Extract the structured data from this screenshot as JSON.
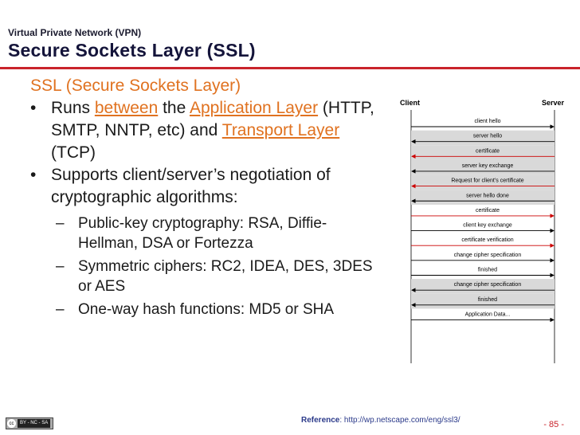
{
  "slide": {
    "kicker": "Virtual Private Network (VPN)",
    "title": "Secure Sockets Layer (SSL)",
    "heading": "SSL (Secure Sockets Layer)",
    "bullet1": {
      "p1": "Runs ",
      "between": "between",
      "p2": " the ",
      "app_layer": "Application Layer",
      "p3": " (HTTP, SMTP, NNTP, etc) and ",
      "transport": "Transport Layer",
      "p4": " (TCP)"
    },
    "bullet2": "Supports client/server’s negotiation of cryptographic algorithms:",
    "sub1": "Public-key cryptography: RSA, Diffie-Hellman, DSA or Fortezza",
    "sub2": "Symmetric ciphers: RC2, IDEA, DES, 3DES or AES",
    "sub3": "One-way hash functions: MD5 or SHA",
    "bullet_mark": "•",
    "dash_mark": "–"
  },
  "diagram": {
    "client_label": "Client",
    "server_label": "Server",
    "messages": [
      {
        "label": "client hello",
        "dir": "right",
        "shaded": false,
        "color": "#000000"
      },
      {
        "label": "server hello",
        "dir": "left",
        "shaded": true,
        "color": "#000000"
      },
      {
        "label": "certificate",
        "dir": "left",
        "shaded": true,
        "color": "#cc0000"
      },
      {
        "label": "server key exchange",
        "dir": "left",
        "shaded": true,
        "color": "#000000"
      },
      {
        "label": "Request for client’s certificate",
        "dir": "left",
        "shaded": true,
        "color": "#cc0000"
      },
      {
        "label": "server hello done",
        "dir": "left",
        "shaded": true,
        "color": "#000000"
      },
      {
        "label": "certificate",
        "dir": "right",
        "shaded": false,
        "color": "#cc0000"
      },
      {
        "label": "client key exchange",
        "dir": "right",
        "shaded": false,
        "color": "#000000"
      },
      {
        "label": "certificate verification",
        "dir": "right",
        "shaded": false,
        "color": "#cc0000"
      },
      {
        "label": "change cipher specification",
        "dir": "right",
        "shaded": false,
        "color": "#000000"
      },
      {
        "label": "finished",
        "dir": "right",
        "shaded": false,
        "color": "#000000"
      },
      {
        "label": "change cipher specification",
        "dir": "left",
        "shaded": true,
        "color": "#000000"
      },
      {
        "label": "finished",
        "dir": "left",
        "shaded": true,
        "color": "#000000"
      },
      {
        "label": "Application Data...",
        "dir": "right",
        "shaded": false,
        "color": "#000000"
      }
    ]
  },
  "footer": {
    "ref_label": "Reference",
    "ref_url": ": http://wp.netscape.com/eng/ssl3/",
    "page": "- 85 -",
    "license_badge": "BY - NC - SA",
    "license_symbol": "cc"
  }
}
